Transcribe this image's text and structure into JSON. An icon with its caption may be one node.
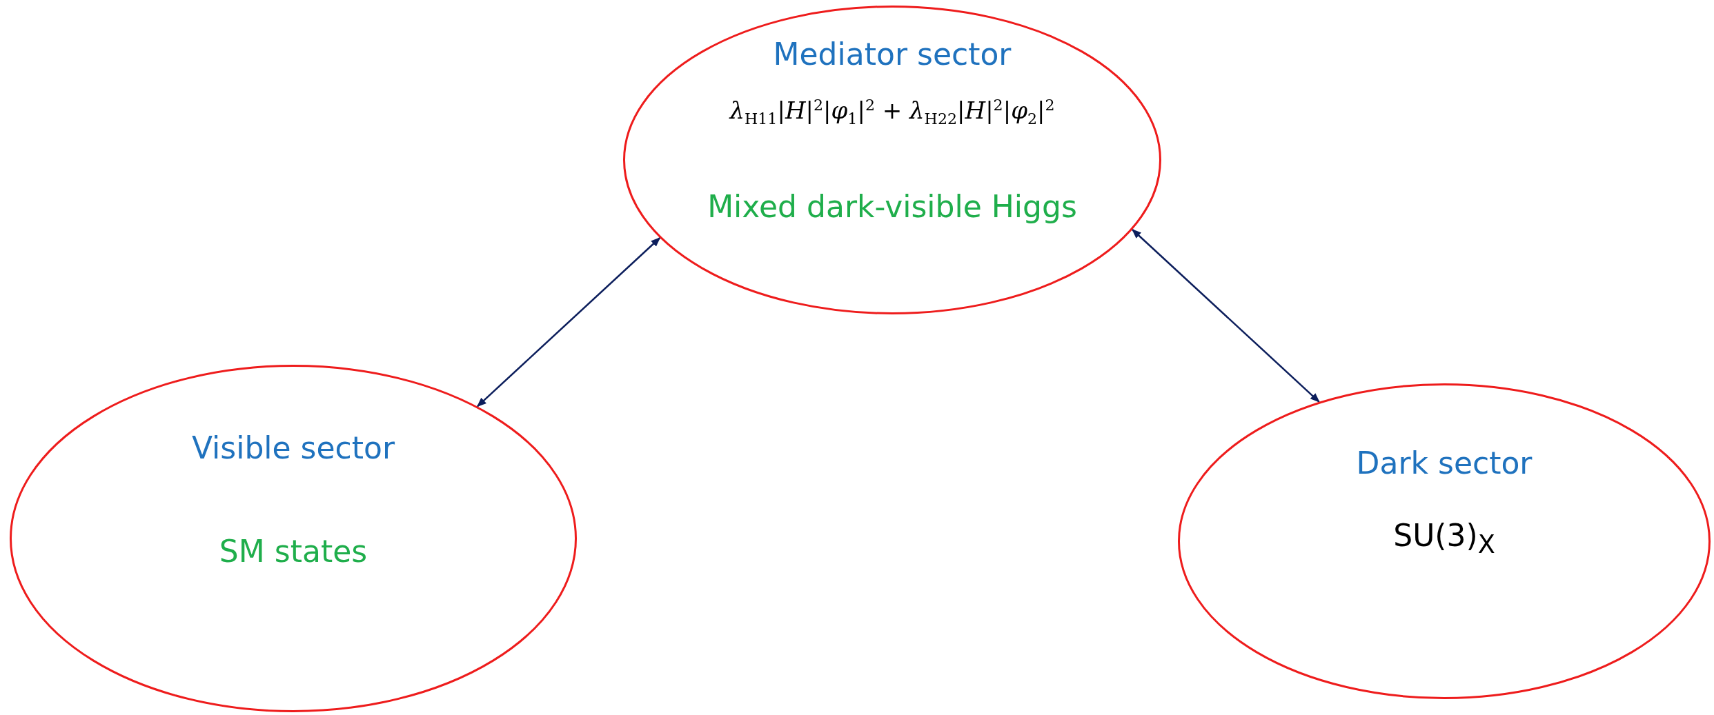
{
  "diagram": {
    "nodes": [
      {
        "text": [
          "Mediator sector",
          "*λ*$_{H11}$|*H*|$^{2}$|*φ*$_{1}$|$^{2}$ + *λ*$_{H22}$|*H*|$^{2}$|*φ*$_{2}$|$^{2}$",
          "Mixed dark-visible Higgs"
        ]
      },
      {
        "text": [
          "Visible sector",
          "SM states"
        ]
      },
      {
        "text": [
          "Dark sector",
          "SU(3)$_{X}$"
        ]
      }
    ],
    "edges": [
      {
        "from": 1,
        "to": 0,
        "arrow": "both"
      },
      {
        "from": 0,
        "to": 2,
        "arrow": "both"
      }
    ]
  }
}
